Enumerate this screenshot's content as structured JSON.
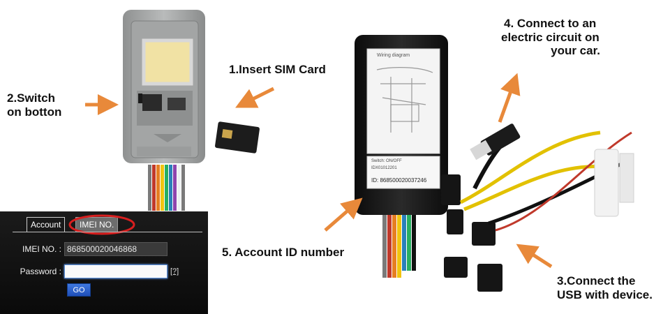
{
  "steps": {
    "step1": "1.Insert SIM Card",
    "step2_line1": "2.Switch",
    "step2_line2": "on botton",
    "step3_line1": "3.Connect the",
    "step3_line2": "USB with device.",
    "step4_line1": "4. Connect to  an",
    "step4_line2": "electric circuit on",
    "step4_line3": "your car.",
    "step5": "5. Account ID number"
  },
  "device": {
    "label_title": "Wiring diagram",
    "label_line1": "Switch: ON/OFF",
    "label_line2": "IDX01012201",
    "label_id": "ID: 868500020037246"
  },
  "login": {
    "tabs": [
      "Account",
      "IMEI NO."
    ],
    "active_tab": "IMEI NO.",
    "imei_label": "IMEI NO. :",
    "imei_value": "868500020046868",
    "password_label": "Password :",
    "password_value": "",
    "help_link": "[?]",
    "go_button": "GO"
  },
  "colors": {
    "arrow": "#e8893a",
    "highlight_circle": "#d81f1f",
    "go_button": "#2a5fd0"
  }
}
